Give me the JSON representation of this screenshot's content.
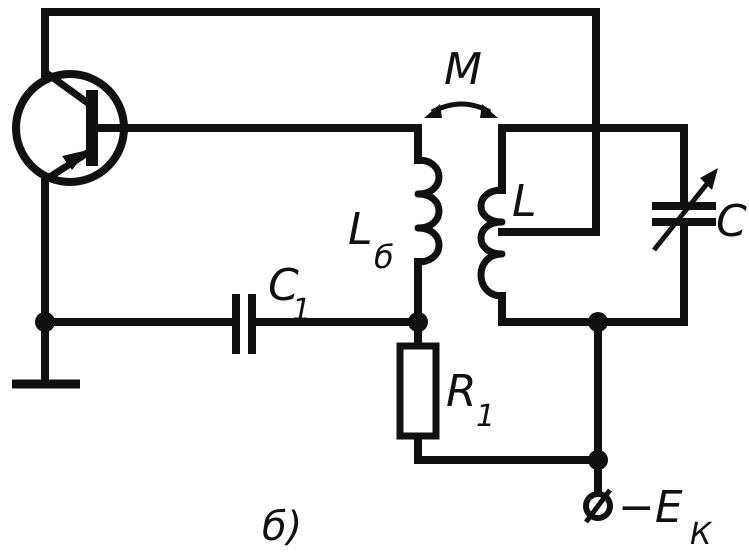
{
  "labels": {
    "mutual": "M",
    "coil_secondary": "L",
    "coil_feedback_main": "L",
    "coil_feedback_sub": "б",
    "capacitor_tuning": "C",
    "capacitor_coupling_main": "C",
    "capacitor_coupling_sub": "1",
    "resistor_main": "R",
    "resistor_sub": "1",
    "supply_prefix": "−E",
    "supply_sub": "К",
    "figure_caption": "б)"
  }
}
